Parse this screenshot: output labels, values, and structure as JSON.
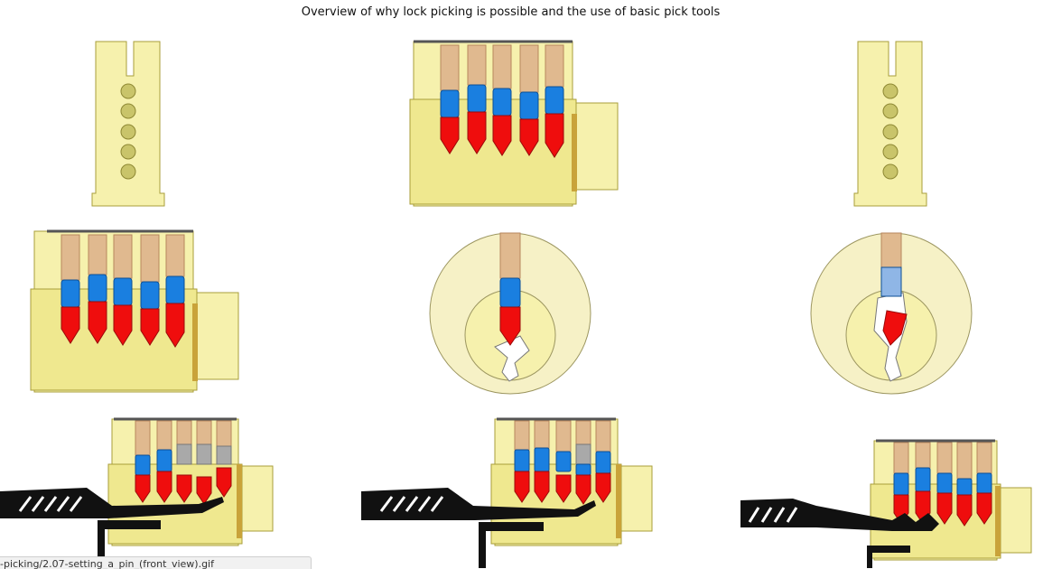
{
  "page": {
    "title": "Overview of why lock picking is possible and the use of basic pick tools"
  },
  "images": [
    {
      "name": "plug-front-view",
      "description_icon": "plug-icon"
    },
    {
      "name": "pin-tumbler-side-view",
      "description_icon": "lock-cylinder-icon"
    },
    {
      "name": "plug-front-view-2",
      "description_icon": "plug-icon"
    },
    {
      "name": "binding-pin-side-view",
      "description_icon": "lock-cylinder-icon"
    },
    {
      "name": "pin-front-view",
      "description_icon": "lock-face-icon"
    },
    {
      "name": "setting-a-pin-front-view",
      "description_icon": "lock-face-icon"
    },
    {
      "name": "pick-setting-pins",
      "description_icon": "pick-tool-icon"
    },
    {
      "name": "pick-setting-pins-2",
      "description_icon": "pick-tool-icon"
    },
    {
      "name": "pick-raking-pins",
      "description_icon": "pick-tool-icon"
    }
  ],
  "status_bar": {
    "url": "-picking/2.07-setting_a_pin_(front_view).gif"
  },
  "colors": {
    "brass": "#f3eda3",
    "brass_dark": "#c7bf55",
    "driver_pin": "#ef0d0d",
    "key_pin_blue": "#1a7fe0",
    "spring": "#e0b98f",
    "set_pin_gray": "#a9a9a9",
    "pick_black": "#111111",
    "dot": "#c9c46a"
  }
}
